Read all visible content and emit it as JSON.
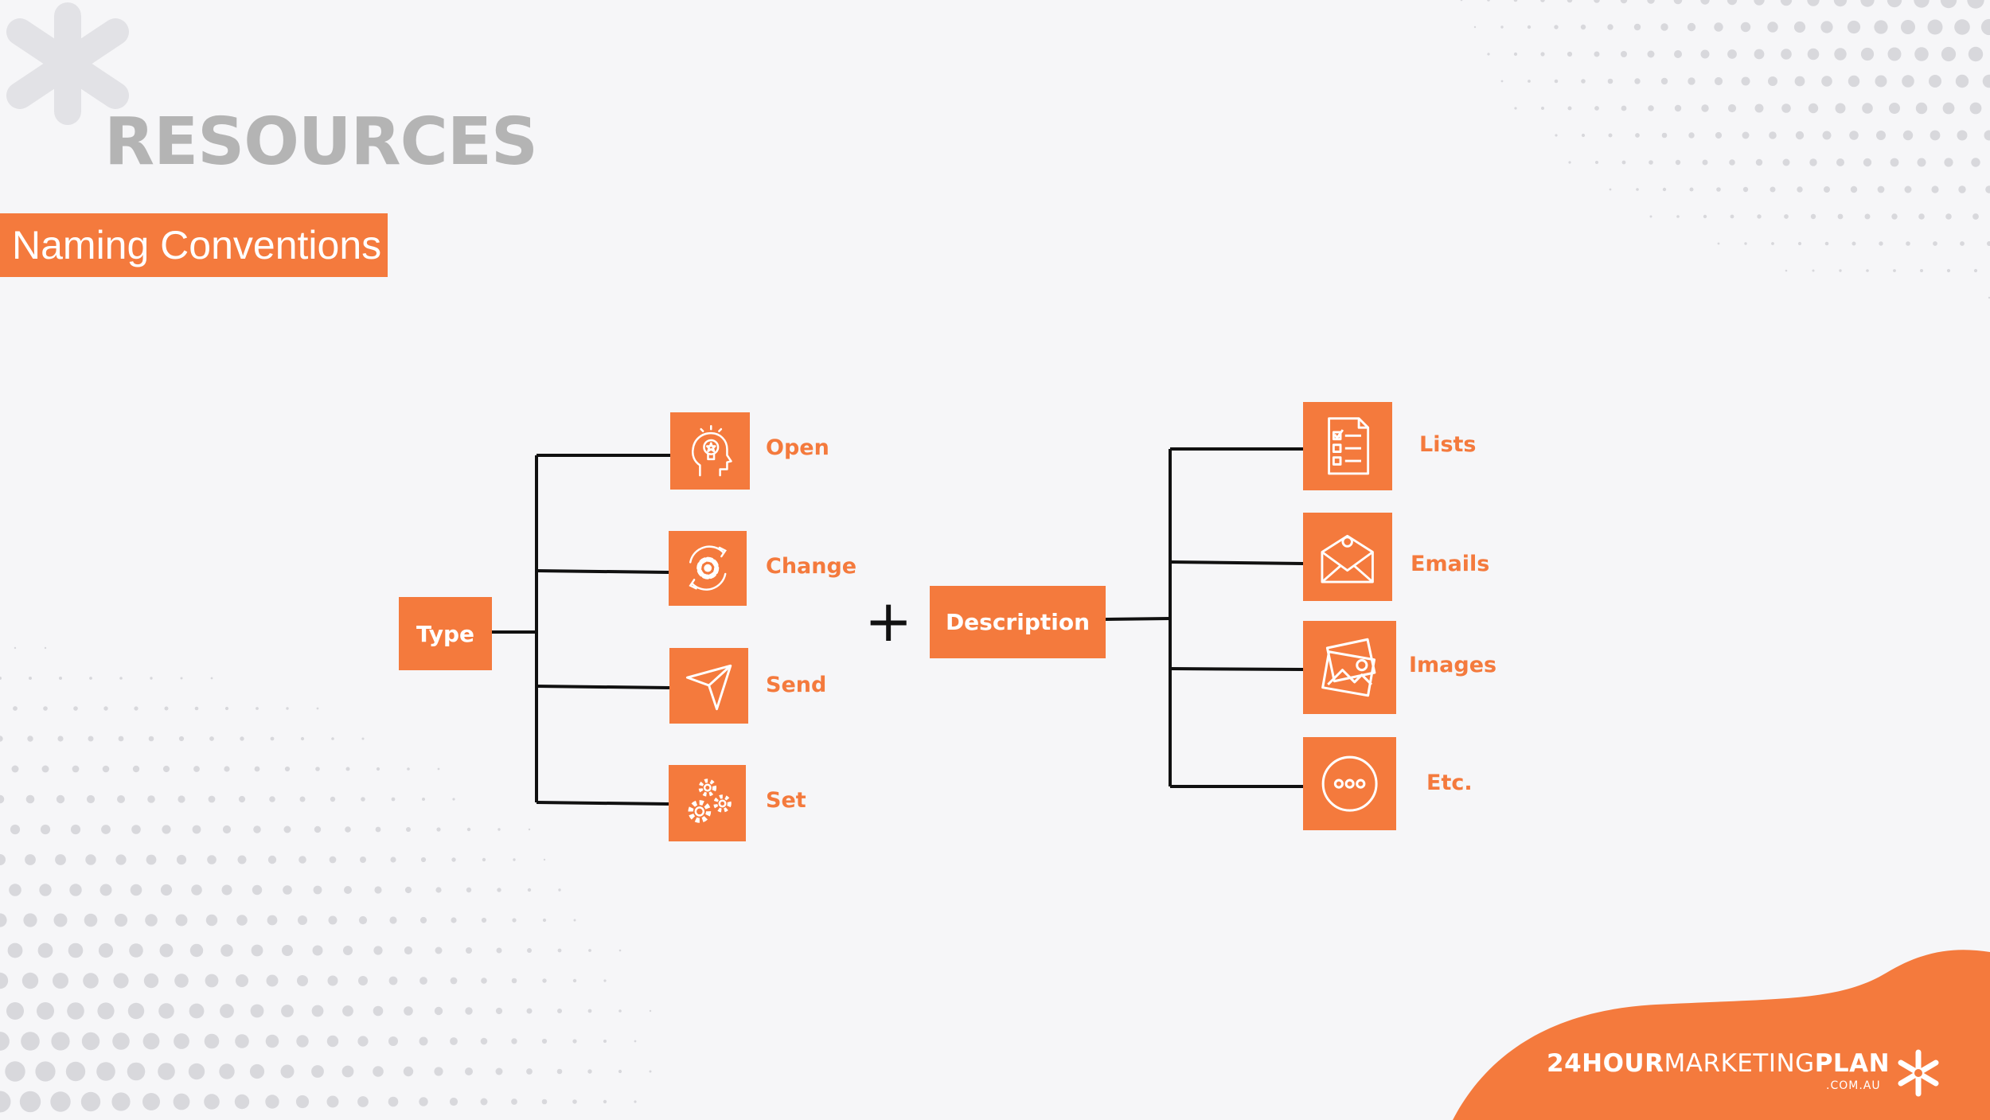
{
  "header": {
    "title": "RESOURCES",
    "subtitle": "Naming Conventions"
  },
  "diagram": {
    "type_node": "Type",
    "operator": "+",
    "description_node": "Description",
    "type_items": [
      {
        "label": "Open",
        "icon": "head-lightbulb-icon"
      },
      {
        "label": "Change",
        "icon": "cycle-gear-icon"
      },
      {
        "label": "Send",
        "icon": "paper-plane-icon"
      },
      {
        "label": "Set",
        "icon": "gears-icon"
      }
    ],
    "description_items": [
      {
        "label": "Lists",
        "icon": "checklist-icon"
      },
      {
        "label": "Emails",
        "icon": "envelope-icon"
      },
      {
        "label": "Images",
        "icon": "photos-icon"
      },
      {
        "label": "Etc.",
        "icon": "more-dots-icon"
      }
    ]
  },
  "footer": {
    "brand_bold": "24HOUR",
    "brand_light": "MARKETING",
    "brand_bold2": "PLAN",
    "brand_domain": ".COM.AU",
    "brand_icon": "asterisk-logo-icon"
  },
  "colors": {
    "accent": "#f47a3d",
    "title_gray": "#b4b4b4",
    "line": "#111111",
    "background": "#f6f6f8"
  }
}
